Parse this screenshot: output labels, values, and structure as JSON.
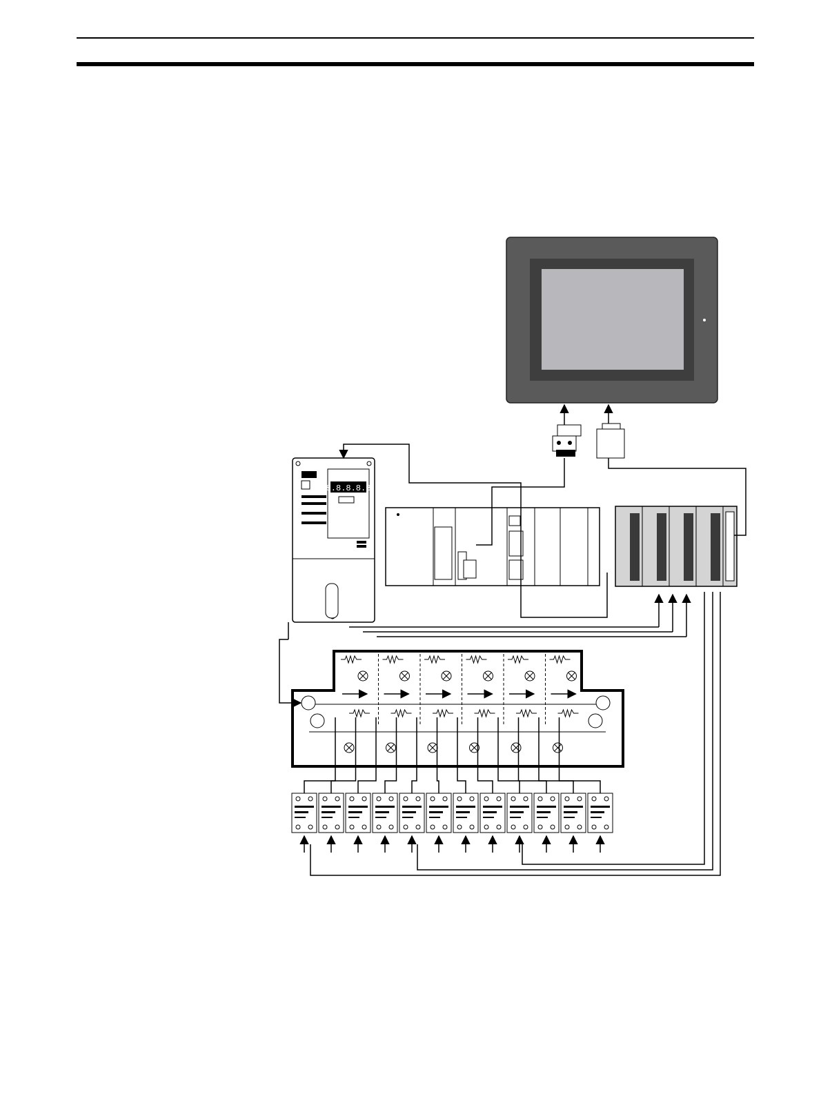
{
  "page": {
    "header_rules": 2
  },
  "diagram": {
    "components": [
      "touch-panel",
      "rs232c-connector",
      "communications-adapter",
      "inverter",
      "plc-rack",
      "temperature-controller-rack",
      "conveyor-oven",
      "solid-state-relay"
    ],
    "inverter_display": "8.8.8.8.8",
    "oven_zones": 6,
    "ssr_count": 12,
    "colors": {
      "line": "#000000",
      "panel_frame": "#5a5a5a",
      "panel_bezel": "#3e3e3e",
      "panel_screen": "#b8b8bc",
      "device_fill": "#ffffff",
      "tc_fill": "#d4d4d4"
    },
    "icons": [
      "heater-resistor-icon",
      "lamp-cross-icon",
      "flow-arrow-icon",
      "roller-icon"
    ]
  }
}
